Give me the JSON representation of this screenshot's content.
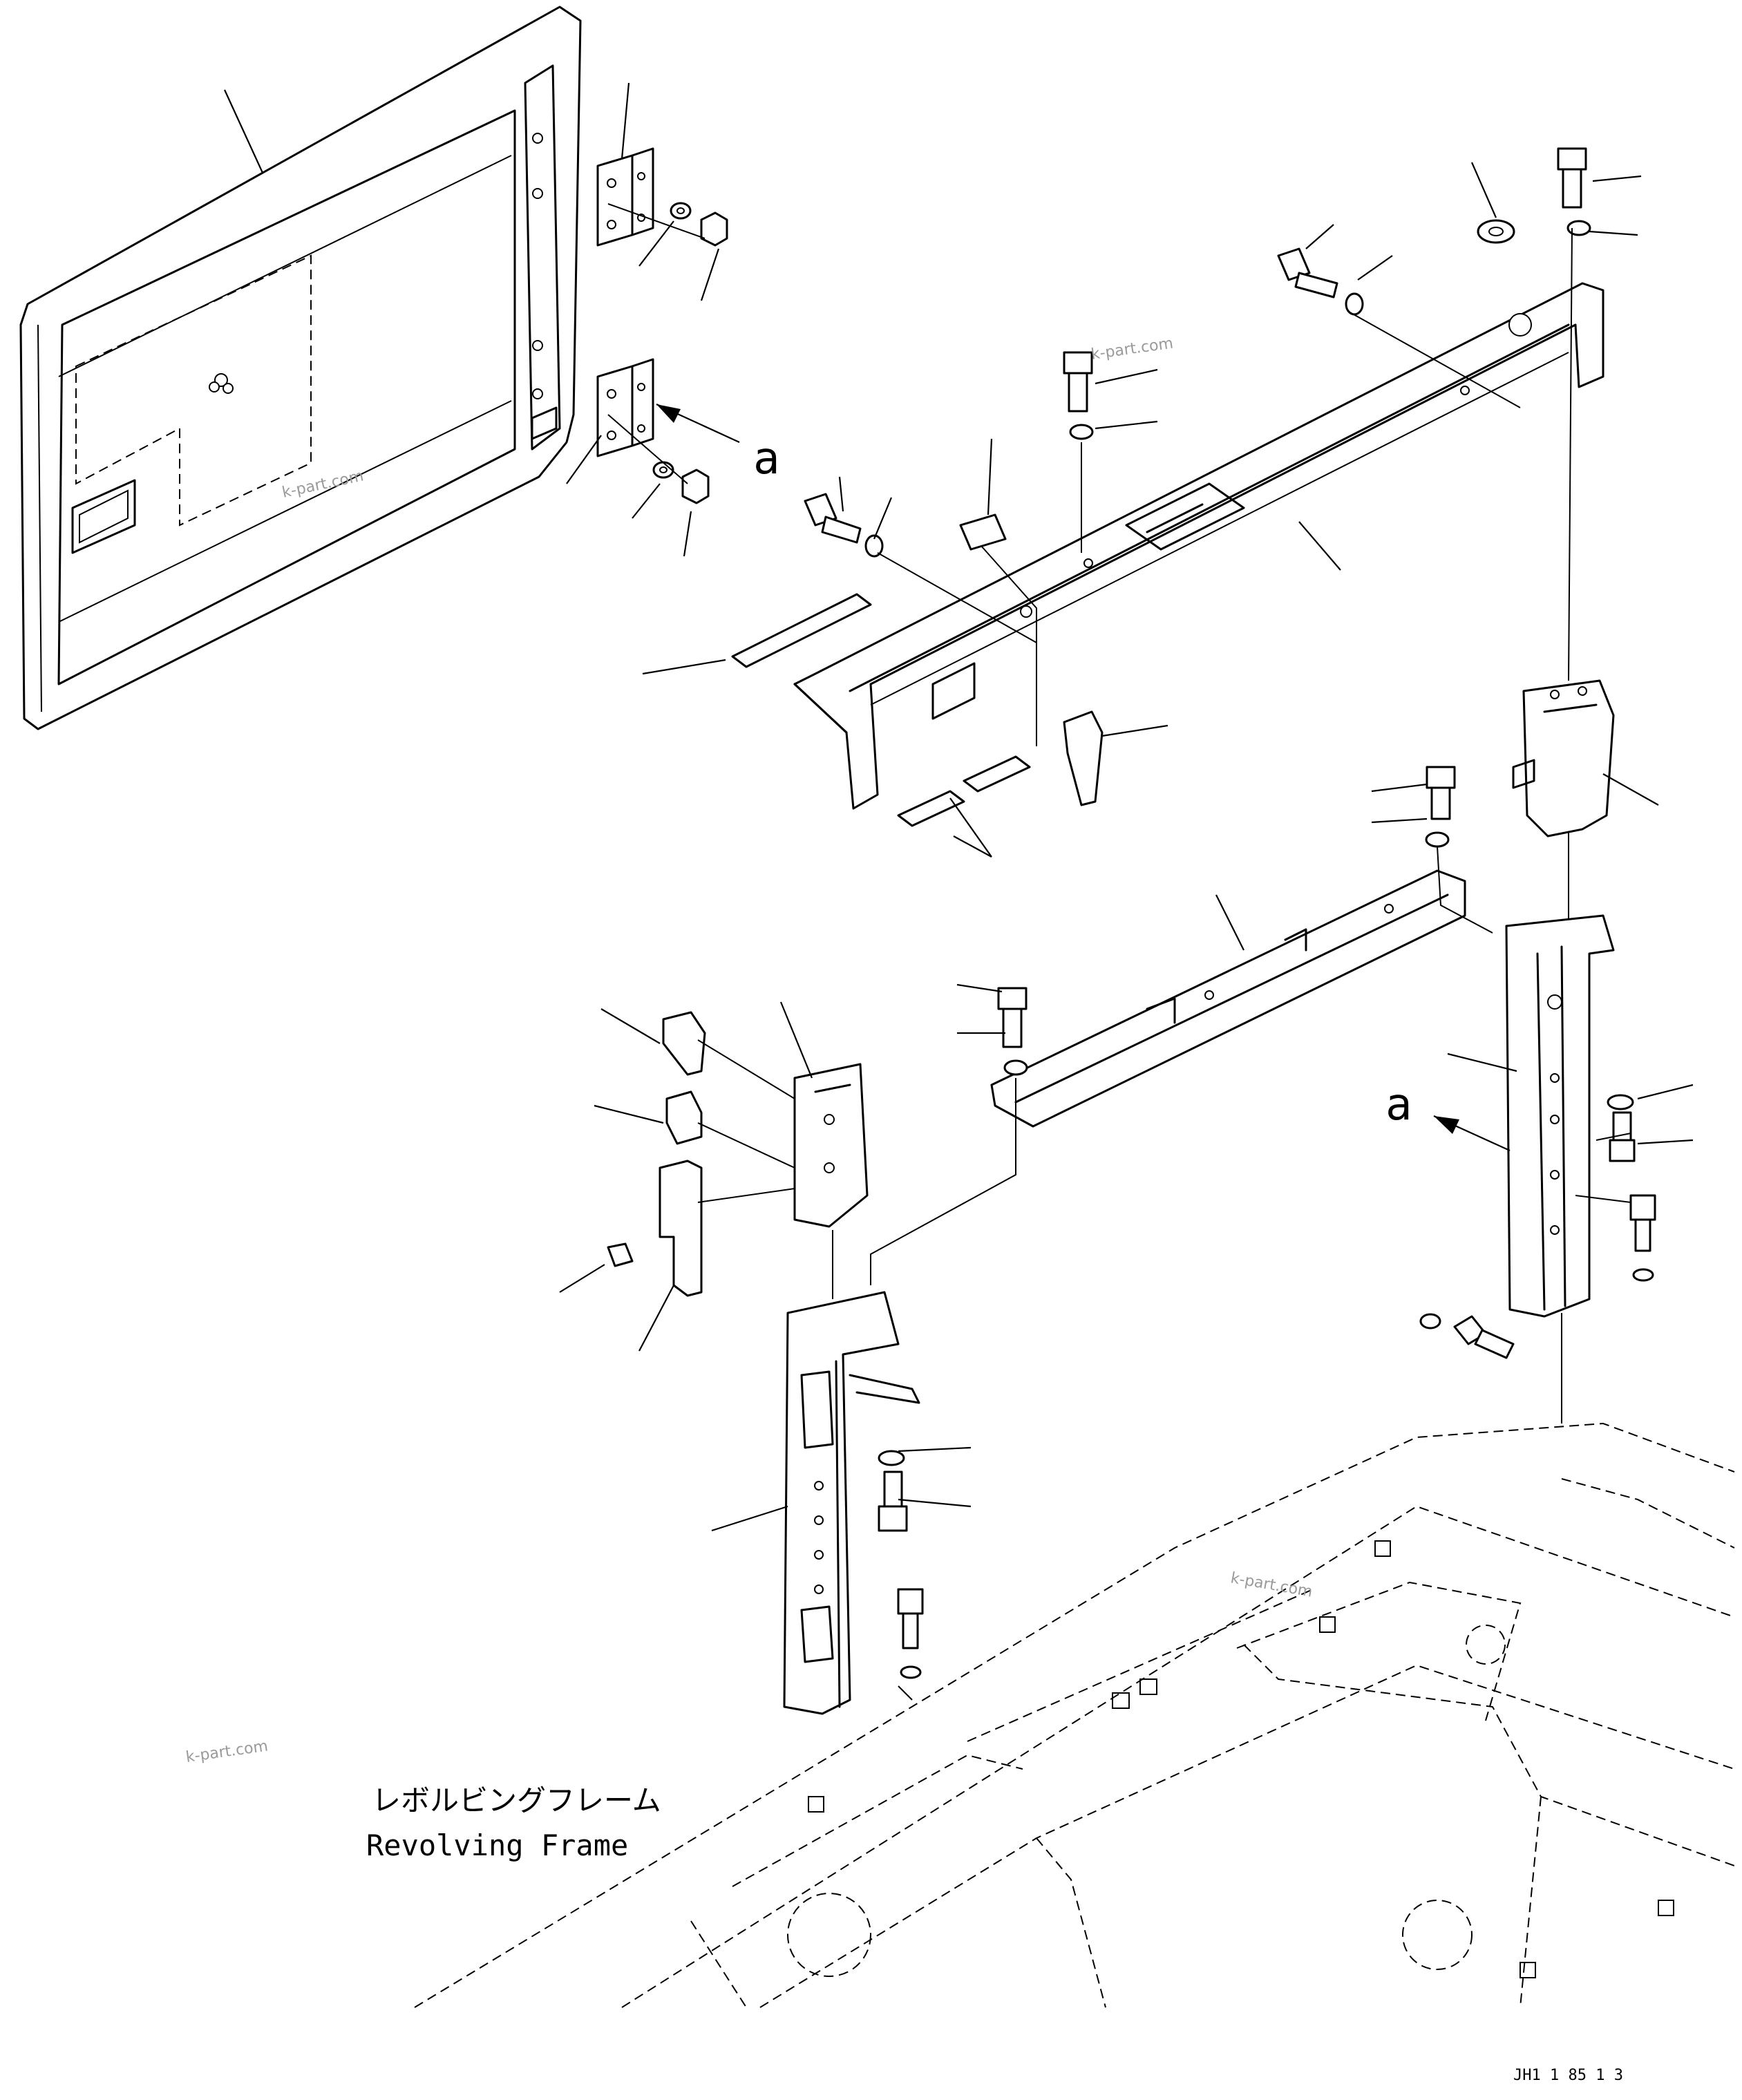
{
  "labels": {
    "frame_jp": "レボルビングフレーム",
    "frame_en": "Revolving Frame",
    "view_a_1": "a",
    "view_a_2": "a",
    "drawing_code": "JH1   1 85  1 3"
  },
  "watermarks": [
    "k-part.com",
    "k-part.com",
    "k-part.com",
    "k-part.com"
  ]
}
